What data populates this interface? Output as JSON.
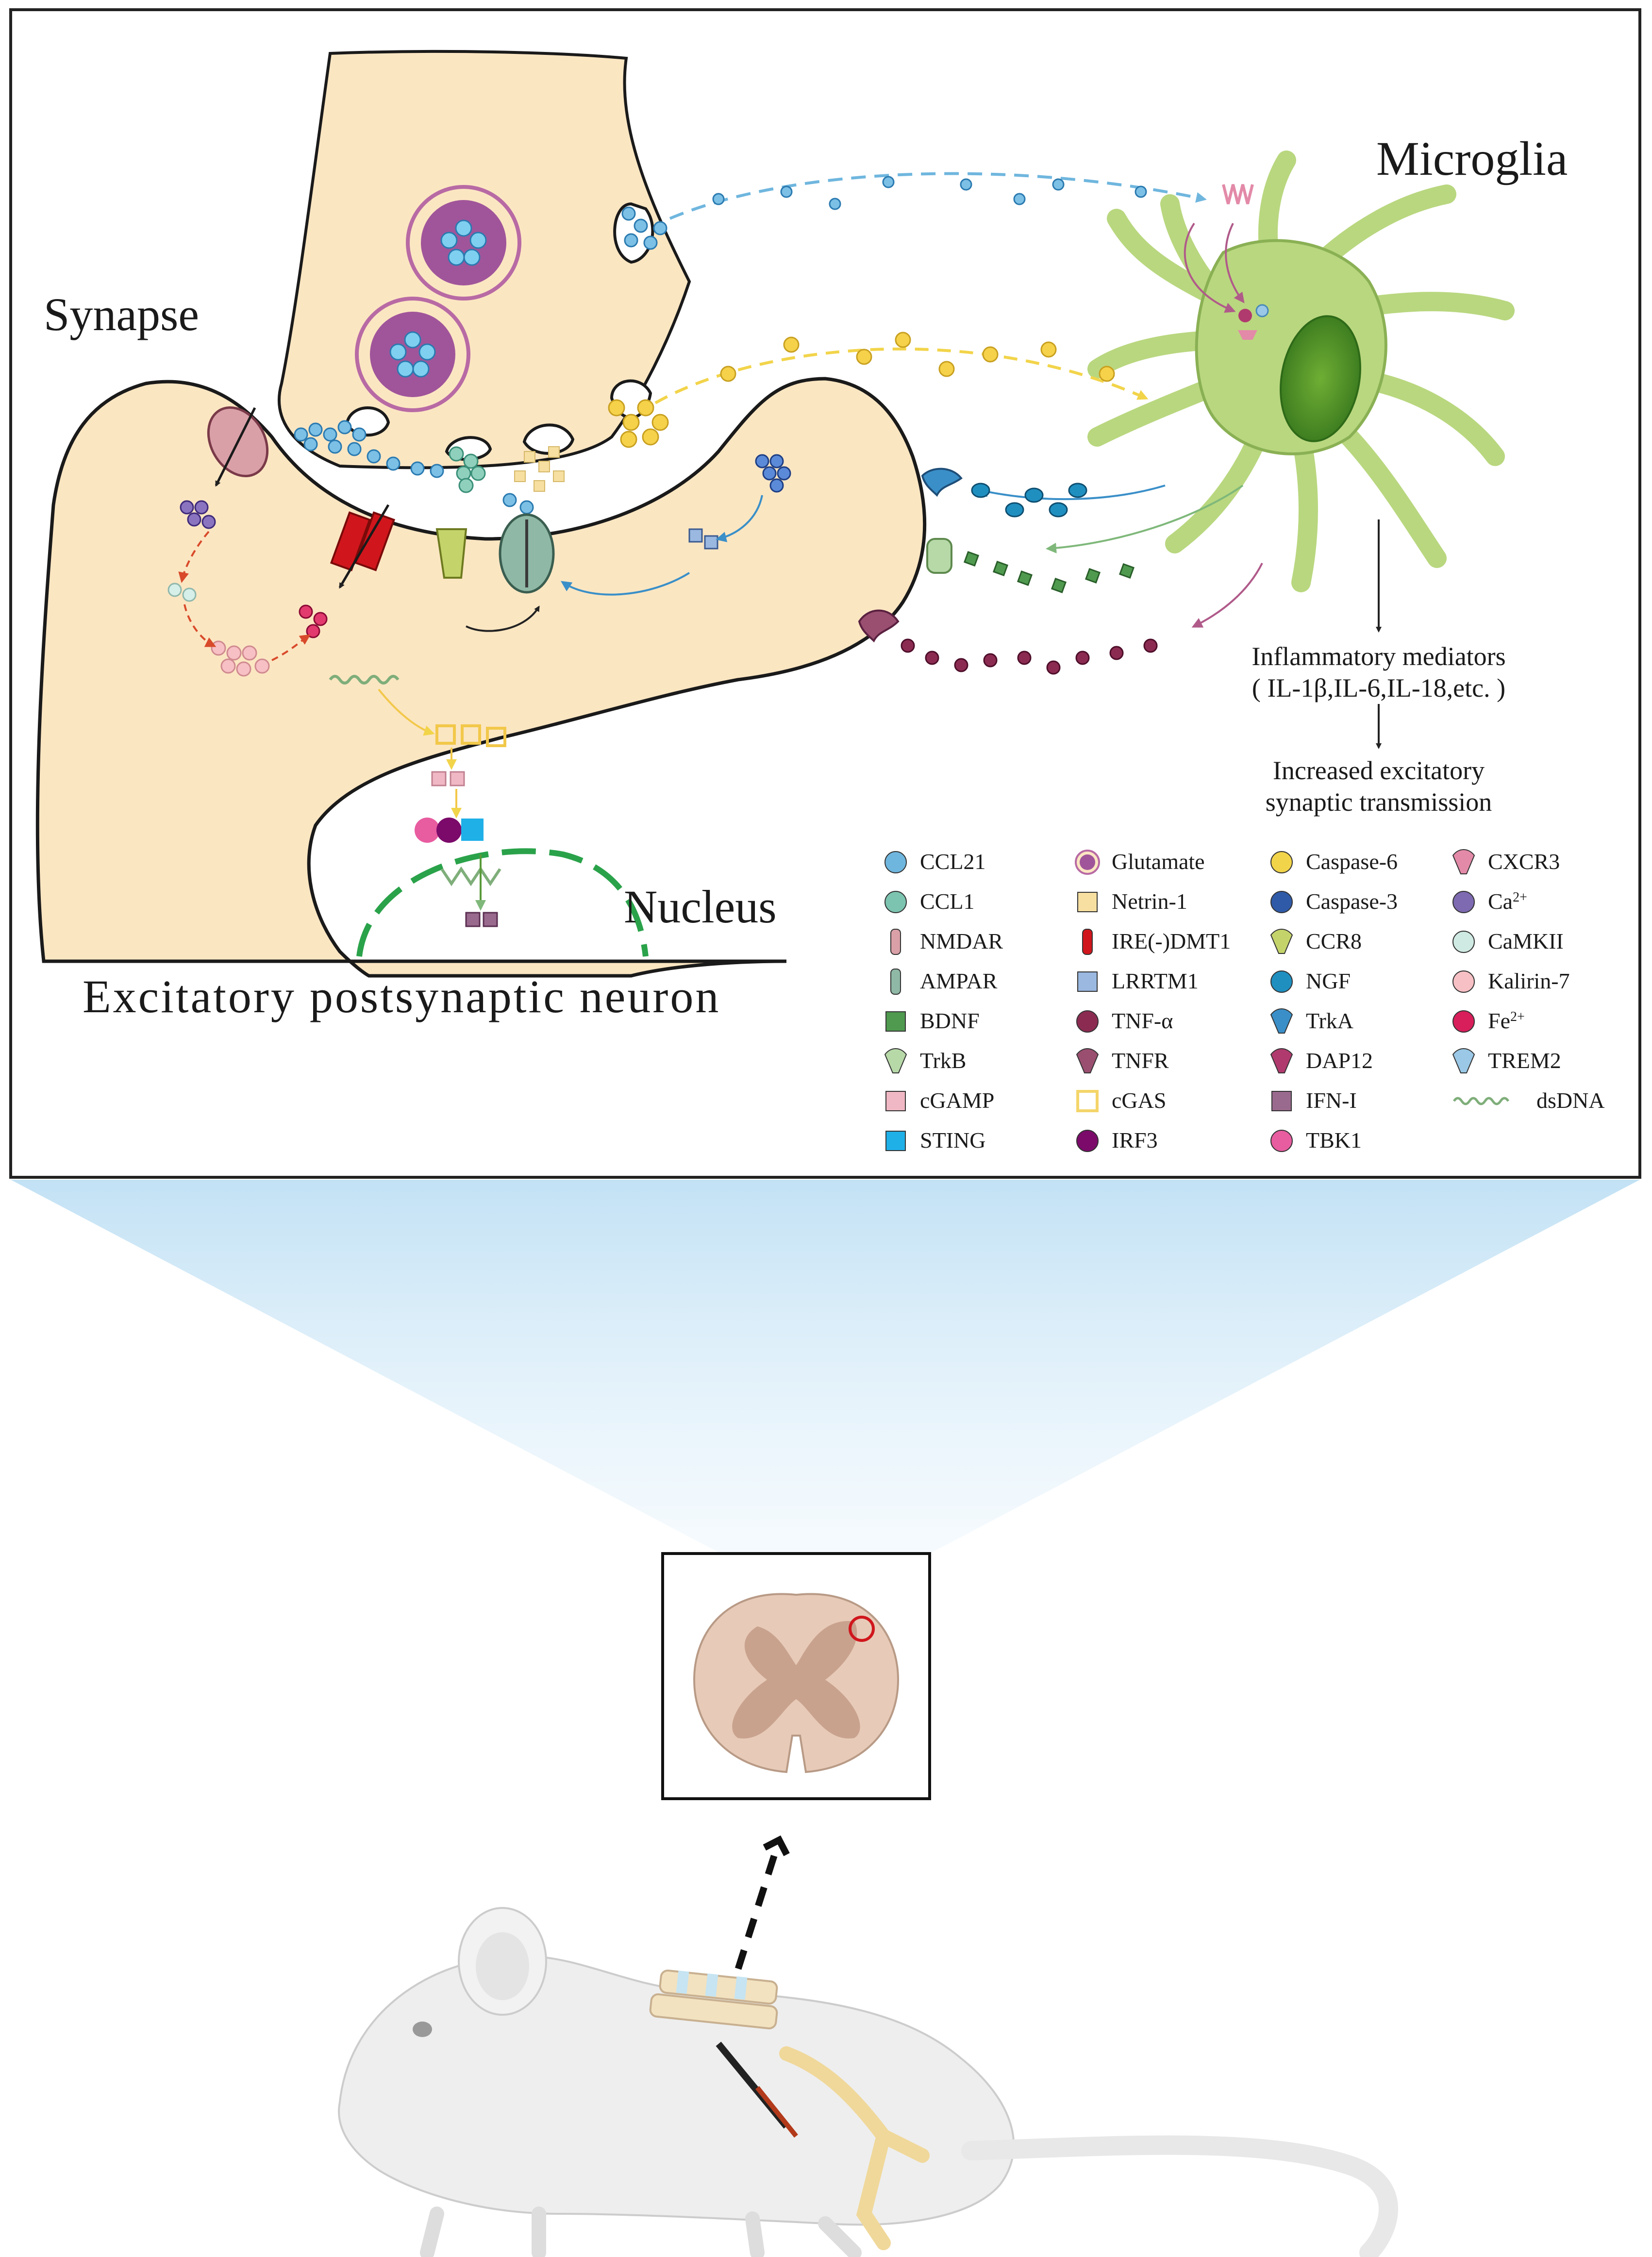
{
  "labels": {
    "synapse": "Synapse",
    "microglia": "Microglia",
    "nucleus": "Nucleus",
    "neuron": "Excitatory postsynaptic neuron",
    "mediators_line1": "Inflammatory mediators",
    "mediators_line2": "( IL-1β,IL-6,IL-18,etc. )",
    "outcome_line1": "Increased excitatory",
    "outcome_line2": "synaptic transmission"
  },
  "legend": [
    {
      "label": "CCL21",
      "icon": "ccl21-sphere",
      "color": "#6fb6de"
    },
    {
      "label": "CCL1",
      "icon": "ccl1-sphere",
      "color": "#7cc4b0"
    },
    {
      "label": "NMDAR",
      "icon": "nmdar-channel",
      "color": "#d9a0a8"
    },
    {
      "label": "AMPAR",
      "icon": "ampar-channel",
      "color": "#8fb8a6"
    },
    {
      "label": "BDNF",
      "icon": "bdnf-square",
      "color": "#4f9a4f"
    },
    {
      "label": "TrkB",
      "icon": "trkb-receptor",
      "color": "#b7d9a8"
    },
    {
      "label": "cGAMP",
      "icon": "cgamp-square",
      "color": "#f0b8c4"
    },
    {
      "label": "STING",
      "icon": "sting-square",
      "color": "#1fb0e8"
    },
    {
      "label": "Glutamate",
      "icon": "glutamate-vesicle",
      "color": "#a0559a"
    },
    {
      "label": "Netrin-1",
      "icon": "netrin-square",
      "color": "#f6dfa0"
    },
    {
      "label": "IRE(-)DMT1",
      "icon": "dmt1-channel",
      "color": "#d0161c"
    },
    {
      "label": "LRRTM1",
      "icon": "lrrtm1-square",
      "color": "#9ab8e0"
    },
    {
      "label": "TNF-α",
      "icon": "tnf-sphere",
      "color": "#8c2b52"
    },
    {
      "label": "TNFR",
      "icon": "tnfr-receptor",
      "color": "#9a4f70"
    },
    {
      "label": "cGAS",
      "icon": "cgas-square",
      "color": "#f4d56a"
    },
    {
      "label": "IRF3",
      "icon": "irf3-circle",
      "color": "#7b0a6a"
    },
    {
      "label": "Caspase-6",
      "icon": "caspase6-sphere",
      "color": "#f2d44a"
    },
    {
      "label": "Caspase-3",
      "icon": "caspase3-sphere",
      "color": "#2f5aa8"
    },
    {
      "label": "CCR8",
      "icon": "ccr8-receptor",
      "color": "#c5d46a"
    },
    {
      "label": "NGF",
      "icon": "ngf-sphere",
      "color": "#1f8fc0"
    },
    {
      "label": "TrkA",
      "icon": "trka-receptor",
      "color": "#3a8fc8"
    },
    {
      "label": "DAP12",
      "icon": "dap12-receptor",
      "color": "#b03a6e"
    },
    {
      "label": "IFN-I",
      "icon": "ifn-square",
      "color": "#9a6a8e"
    },
    {
      "label": "TBK1",
      "icon": "tbk1-circle",
      "color": "#e85ca0"
    },
    {
      "label": "CXCR3",
      "icon": "cxcr3-receptor",
      "color": "#e38aa8"
    },
    {
      "label": "Ca",
      "sup": "2+",
      "icon": "ca-sphere",
      "color": "#7d6ab0"
    },
    {
      "label": "CaMKII",
      "icon": "camkii-sphere",
      "color": "#cfeae2"
    },
    {
      "label": "Kalirin-7",
      "icon": "kalirin7-sphere",
      "color": "#f7c0c4"
    },
    {
      "label": "Fe",
      "sup": "2+",
      "icon": "fe-sphere",
      "color": "#d81e5b"
    },
    {
      "label": "TREM2",
      "icon": "trem2-receptor",
      "color": "#9ac8e6"
    },
    {
      "label": "dsDNA",
      "icon": "dsdna-helix",
      "color": "#7fae7a"
    }
  ],
  "colors": {
    "neuron_fill": "#fbe6c2",
    "microglia_fill": "#b9d77f",
    "microglia_nucleus": "#5e9e2e",
    "nuclear_envelope": "#2aa24a",
    "spinal_cord_fill": "#e7cbb8",
    "spinal_cord_gray": "#c9a28e",
    "highlight_circle": "#d0161c",
    "beam": "#bfe0f4",
    "mouse_fill": "#eeeeee"
  }
}
